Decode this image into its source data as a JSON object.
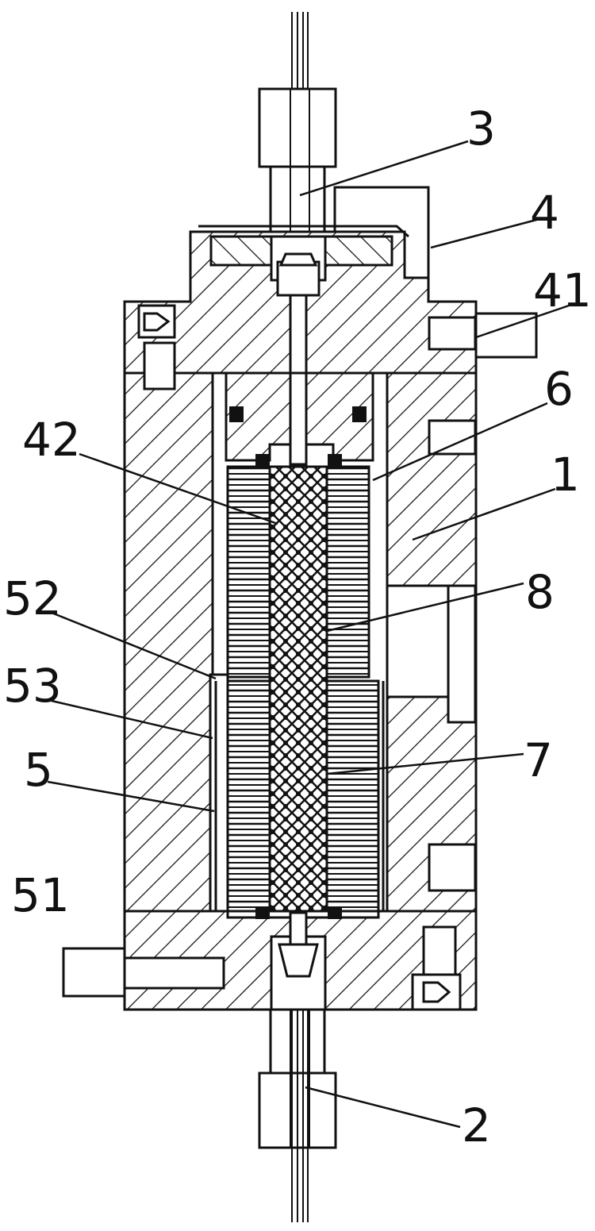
{
  "callouts": {
    "c1": "1",
    "c2": "2",
    "c3": "3",
    "c4": "4",
    "c41": "41",
    "c42": "42",
    "c5": "5",
    "c51": "51",
    "c52": "52",
    "c53": "53",
    "c6": "6",
    "c7": "7",
    "c8": "8"
  }
}
